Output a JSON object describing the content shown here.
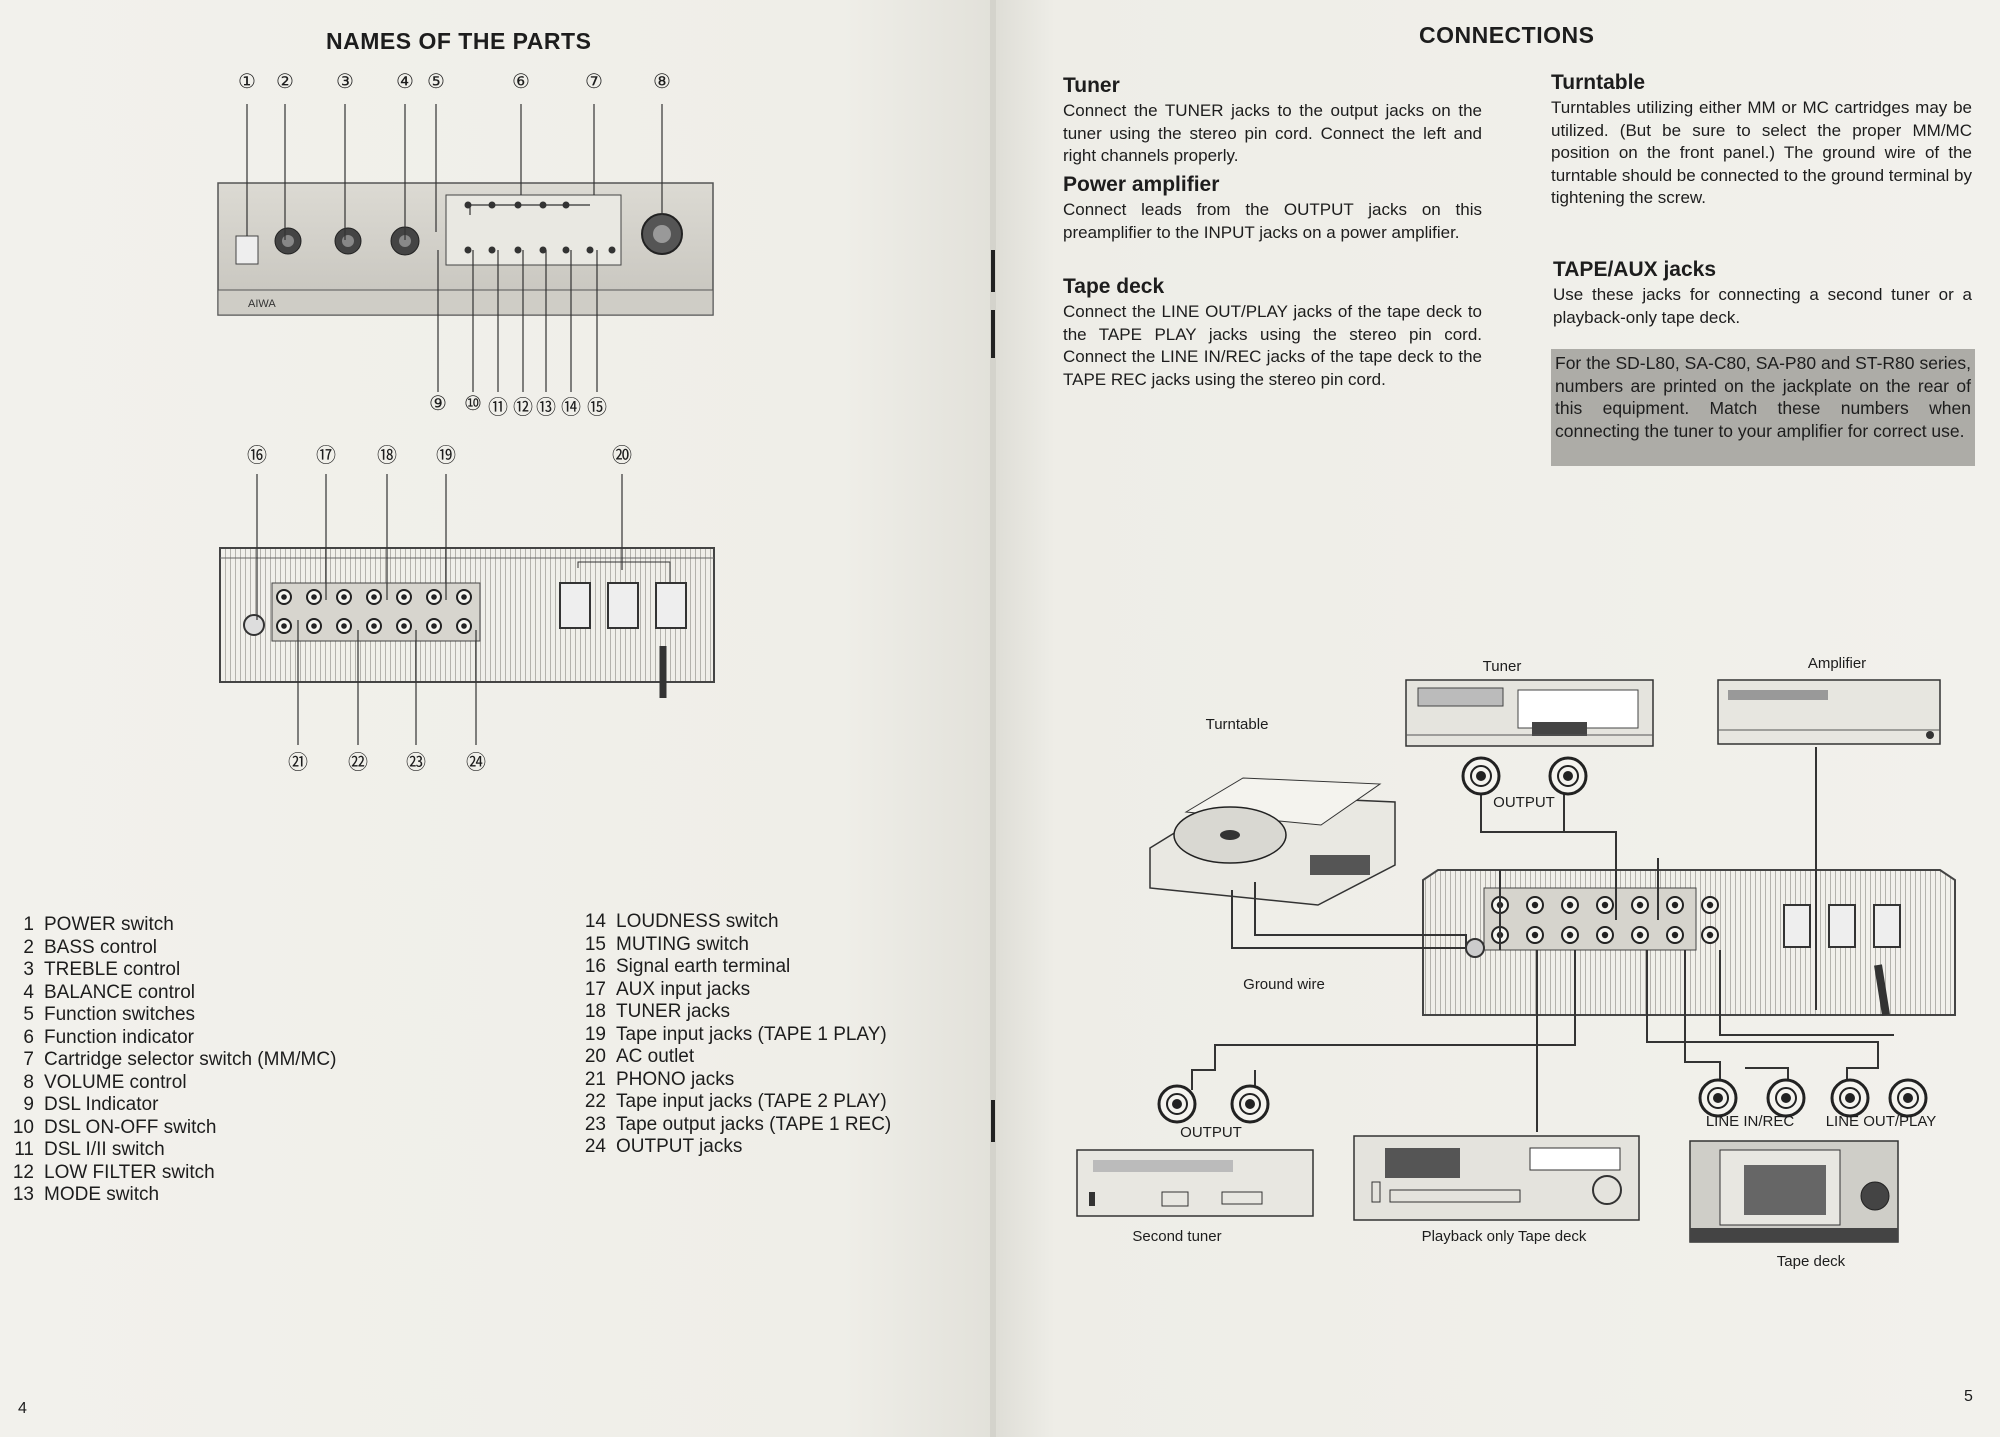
{
  "left": {
    "title": "NAMES OF THE PARTS",
    "page_number": "4",
    "callouts_top": [
      "①",
      "②",
      "③",
      "④",
      "⑤",
      "⑥",
      "⑦",
      "⑧"
    ],
    "callouts_bottom_front": [
      "⑨",
      "⑩",
      "⑪",
      "⑫",
      "⑬",
      "⑭",
      "⑮"
    ],
    "callouts_rear_top": [
      "⑯",
      "⑰",
      "⑱",
      "⑲",
      "⑳"
    ],
    "callouts_rear_bottom": [
      "㉑",
      "㉒",
      "㉓",
      "㉔"
    ],
    "parts_col1": [
      {
        "n": "1",
        "label": "POWER switch"
      },
      {
        "n": "2",
        "label": "BASS control"
      },
      {
        "n": "3",
        "label": "TREBLE control"
      },
      {
        "n": "4",
        "label": "BALANCE control"
      },
      {
        "n": "5",
        "label": "Function switches"
      },
      {
        "n": "6",
        "label": "Function indicator"
      },
      {
        "n": "7",
        "label": "Cartridge selector switch (MM/MC)"
      },
      {
        "n": "8",
        "label": "VOLUME control"
      },
      {
        "n": "9",
        "label": "DSL Indicator"
      },
      {
        "n": "10",
        "label": "DSL ON-OFF switch"
      },
      {
        "n": "11",
        "label": "DSL I/II switch"
      },
      {
        "n": "12",
        "label": "LOW FILTER switch"
      },
      {
        "n": "13",
        "label": "MODE switch"
      }
    ],
    "parts_col2": [
      {
        "n": "14",
        "label": "LOUDNESS switch"
      },
      {
        "n": "15",
        "label": "MUTING switch"
      },
      {
        "n": "16",
        "label": "Signal earth terminal"
      },
      {
        "n": "17",
        "label": "AUX input jacks"
      },
      {
        "n": "18",
        "label": "TUNER jacks"
      },
      {
        "n": "19",
        "label": "Tape input jacks (TAPE 1 PLAY)"
      },
      {
        "n": "20",
        "label": "AC outlet"
      },
      {
        "n": "21",
        "label": "PHONO jacks"
      },
      {
        "n": "22",
        "label": "Tape input jacks (TAPE 2 PLAY)"
      },
      {
        "n": "23",
        "label": "Tape output jacks (TAPE 1 REC)"
      },
      {
        "n": "24",
        "label": "OUTPUT jacks"
      }
    ]
  },
  "right": {
    "title": "CONNECTIONS",
    "page_number": "5",
    "sections": [
      {
        "heading": "Tuner",
        "body": "Connect the TUNER jacks to the output jacks on the tuner using the stereo pin cord. Connect the left and right channels properly."
      },
      {
        "heading": "Power amplifier",
        "body": "Connect leads from the OUTPUT jacks on this preamplifier to the INPUT jacks on a power amplifier."
      },
      {
        "heading": "Tape deck",
        "body": "Connect the LINE OUT/PLAY jacks of the tape deck to the TAPE PLAY jacks using the stereo pin cord. Connect the LINE IN/REC jacks of the tape deck to the TAPE REC jacks using the stereo pin cord."
      },
      {
        "heading": "Turntable",
        "body": "Turntables utilizing either MM or MC cartridges may be utilized. (But be sure to select the proper MM/MC position on the front panel.) The ground wire of the turntable should be connected to the ground terminal by tightening the screw."
      },
      {
        "heading": "TAPE/AUX jacks",
        "body": "Use these jacks for connecting a second tuner or a playback-only tape deck."
      }
    ],
    "note": "For the SD-L80, SA-C80, SA-P80 and ST-R80 series, numbers are printed on the jackplate on the rear of this equipment. Match these numbers when connecting the tuner to your amplifier for correct use.",
    "diagram_labels": {
      "tuner": "Tuner",
      "amplifier": "Amplifier",
      "turntable": "Turntable",
      "output_tuner": "OUTPUT",
      "ground_wire": "Ground wire",
      "output_second": "OUTPUT",
      "line_in_rec": "LINE IN/REC",
      "line_out_play": "LINE OUT/PLAY",
      "second_tuner": "Second tuner",
      "playback_deck": "Playback only Tape deck",
      "tape_deck": "Tape deck"
    }
  }
}
